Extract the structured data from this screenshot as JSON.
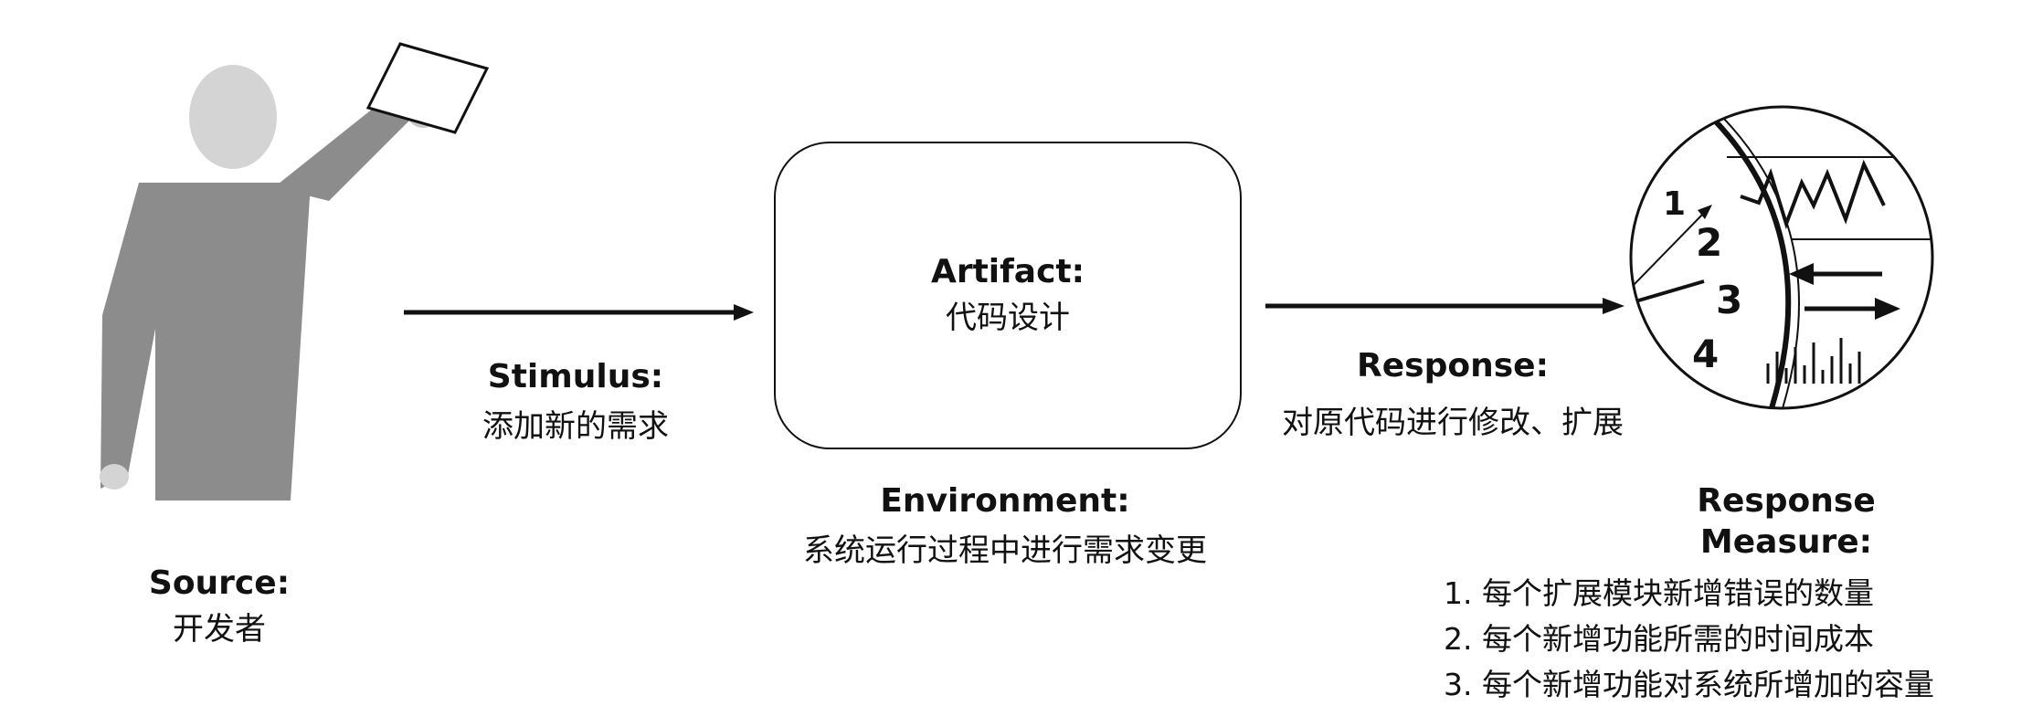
{
  "source": {
    "label": "Source:",
    "value": "开发者"
  },
  "stimulus": {
    "label": "Stimulus:",
    "value": "添加新的需求"
  },
  "artifact": {
    "label": "Artifact:",
    "value": "代码设计"
  },
  "environment": {
    "label": "Environment:",
    "value": "系统运行过程中进行需求变更"
  },
  "response": {
    "label": "Response:",
    "value": "对原代码进行修改、扩展"
  },
  "response_measure": {
    "label_line1": "Response",
    "label_line2": "Measure:",
    "items": [
      "1. 每个扩展模块新增错误的数量",
      "2. 每个新增功能所需的时间成本",
      "3. 每个新增功能对系统所增加的容量"
    ]
  },
  "gauge_numbers": [
    "1",
    "2",
    "3",
    "4"
  ],
  "colors": {
    "figure": "#8c8c8c",
    "head": "#d4d4d4",
    "line": "#111111"
  }
}
